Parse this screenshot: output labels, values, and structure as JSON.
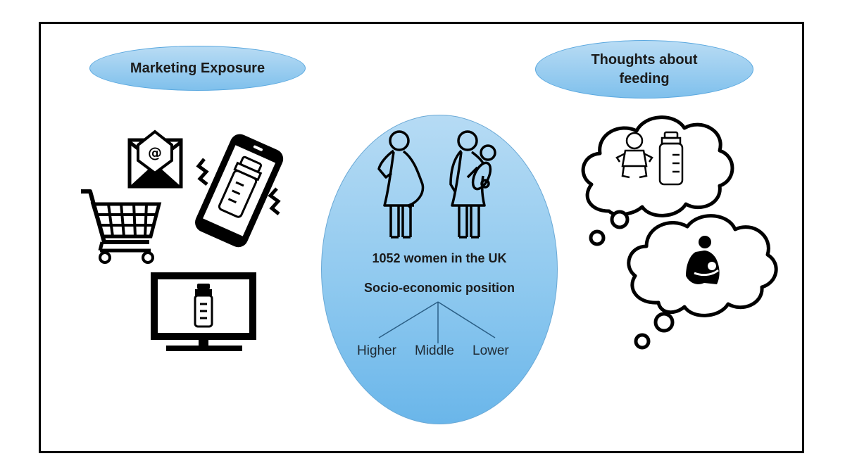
{
  "labels": {
    "marketing": "Marketing Exposure",
    "thoughts": "Thoughts about feeding"
  },
  "center": {
    "sample": "1052 women in the UK",
    "position_title": "Socio-economic position",
    "tiers": [
      "Higher",
      "Middle",
      "Lower"
    ]
  },
  "icons": {
    "email": "envelope-at-icon",
    "phone": "vibrating-phone-bottle-icon",
    "cart": "shopping-cart-icon",
    "tv": "monitor-bottle-icon",
    "pregnant": "pregnant-woman-icon",
    "mother": "mother-with-baby-icon",
    "baby_bottle_thought": "baby-and-bottle-thought-icon",
    "breastfeeding_thought": "breastfeeding-thought-icon"
  },
  "colors": {
    "bubble_fill": "#8fc9ef",
    "bubble_border": "#5aa8df",
    "tree_line": "#2b5f86",
    "frame": "#000000"
  }
}
